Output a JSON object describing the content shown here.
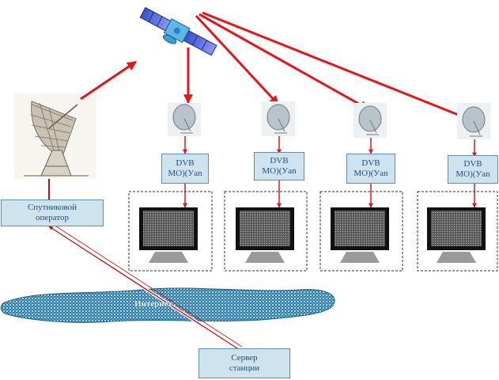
{
  "operator": {
    "line1": "Спутниковой",
    "line2": "оператор"
  },
  "receiver": {
    "line1": "DVB",
    "line2": "МО)(Уan"
  },
  "internet_label": "Интернет",
  "server": {
    "line1": "Сервер",
    "line2": "станции"
  },
  "colors": {
    "arrow": "#e3161b",
    "box_fill": "#cfe3ef",
    "box_text": "#1f4f78",
    "cloud": "#3d8fb5"
  }
}
